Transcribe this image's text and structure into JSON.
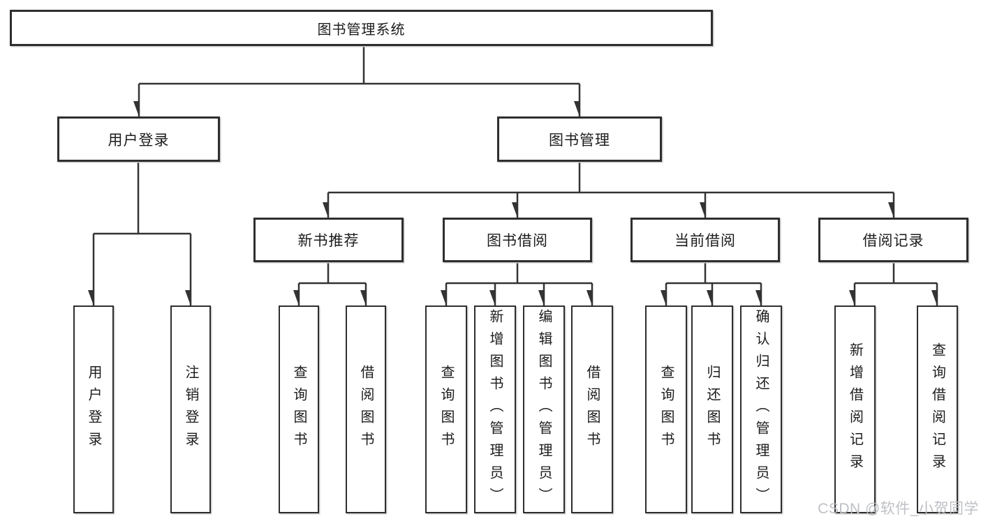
{
  "title": "图书管理系统",
  "watermark": "CSDN @软件_小贺同学",
  "colors": {
    "line": "#333333",
    "box_border": "#2e2e2e",
    "text": "#1c1c1c",
    "watermark": "#babdc1",
    "background": "#ffffff"
  },
  "tree": {
    "label": "图书管理系统",
    "children": [
      {
        "label": "用户登录",
        "children": [
          {
            "label": "用户登录"
          },
          {
            "label": "注销登录"
          }
        ]
      },
      {
        "label": "图书管理",
        "children": [
          {
            "label": "新书推荐",
            "children": [
              {
                "label": "查询图书"
              },
              {
                "label": "借阅图书"
              }
            ]
          },
          {
            "label": "图书借阅",
            "children": [
              {
                "label": "查询图书"
              },
              {
                "label": "新增图书（管理员）"
              },
              {
                "label": "编辑图书（管理员）"
              },
              {
                "label": "借阅图书"
              }
            ]
          },
          {
            "label": "当前借阅",
            "children": [
              {
                "label": "查询图书"
              },
              {
                "label": "归还图书"
              },
              {
                "label": "确认归还（管理员）"
              }
            ]
          },
          {
            "label": "借阅记录",
            "children": [
              {
                "label": "新增借阅记录"
              },
              {
                "label": "查询借阅记录"
              }
            ]
          }
        ]
      }
    ]
  }
}
